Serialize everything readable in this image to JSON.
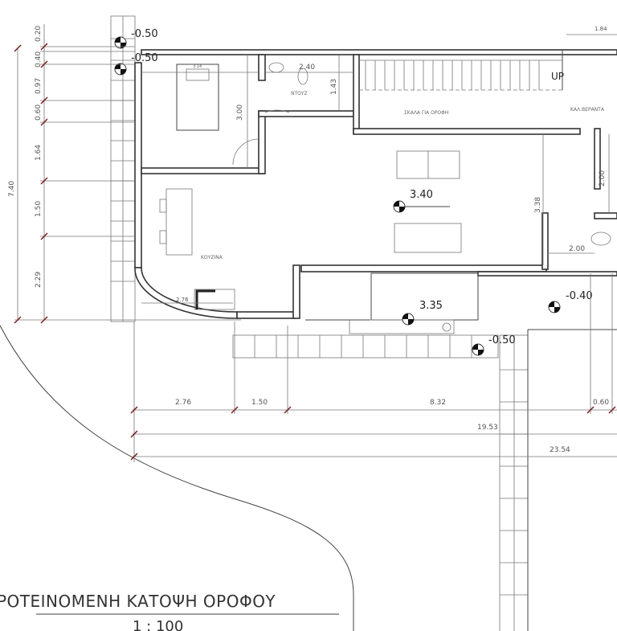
{
  "drawing": {
    "title": "ΡΟΤΕΙΝΟΜΕΝΗ ΚΑΤΟΨΗ ΟΡΟΦΟΥ",
    "scale": "1 : 100"
  },
  "rooms": {
    "shower": "ΝΤΟΥΖ",
    "stairs": "ΣΚΑΛΑ ΓΙΑ ΟΡΟΦΗ",
    "veranda": "ΚΑΛ.ΒΕΡΑΝΤΑ",
    "kitchen": "ΚΟΥΖΙΝΑ",
    "stair_up": "UP"
  },
  "levels": {
    "top_1": "-0.50",
    "top_2": "-0.50",
    "living": "3.40",
    "terrace": "3.35",
    "right": "-0.40",
    "path": "-0.50"
  },
  "dimensions": {
    "left": [
      "0.20",
      "0.40",
      "0.97",
      "0.60",
      "1.64",
      "1.50",
      "2.29"
    ],
    "left_total": "7.40",
    "bottom": [
      "2.76",
      "1.50",
      "8.32",
      "0.60"
    ],
    "bottom_total_1": "19.53",
    "bottom_total_2": "23.54",
    "interior": {
      "bath_width": "2.40",
      "bath_depth": "1.43",
      "bed_room": "3.00",
      "living_depth": "3.38",
      "veranda_depth": "2.00",
      "wc_width": "2.00",
      "top_right": "1.84",
      "kitchen_small": "2.76",
      "bed": "3.14"
    }
  }
}
